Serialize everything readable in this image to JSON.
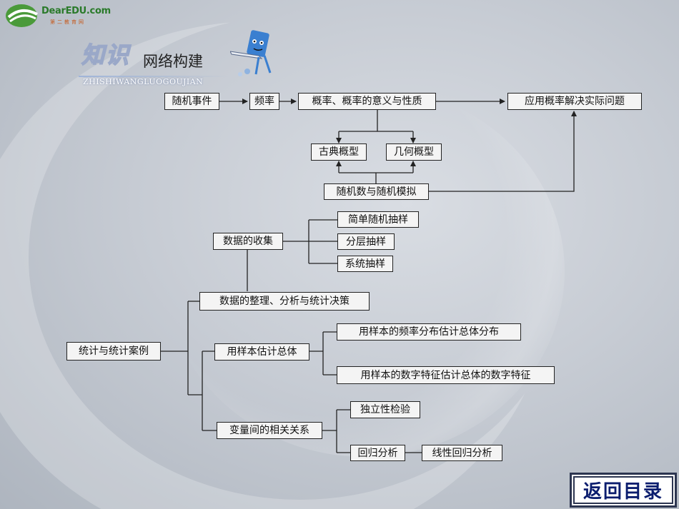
{
  "logo": {
    "brand": "DearEDU.com",
    "sub": "第二教育网"
  },
  "title": {
    "art": "知识",
    "main": "网络构建",
    "pinyin": "ZHISHIWANGLUOGOUJIAN"
  },
  "nodes": {
    "random_event": "随机事件",
    "frequency": "频率",
    "probability": "概率、概率的意义与性质",
    "apply": "应用概率解决实际问题",
    "classical": "古典概型",
    "geometric": "几何概型",
    "random_sim": "随机数与随机模拟",
    "data_collect": "数据的收集",
    "simple_sampling": "简单随机抽样",
    "stratified": "分层抽样",
    "systematic": "系统抽样",
    "data_arrange": "数据的整理、分析与统计决策",
    "stats_cases": "统计与统计案例",
    "sample_estimate": "用样本估计总体",
    "freq_dist": "用样本的频率分布估计总体分布",
    "num_features": "用样本的数字特征估计总体的数字特征",
    "correlation": "变量间的相关关系",
    "independence": "独立性检验",
    "regression": "回归分析",
    "linear_regression": "线性回归分析"
  },
  "back_button": "返回目录",
  "colors": {
    "line": "#222222",
    "node_bg": "#f4f4f4",
    "button_text": "#0b1d6e"
  }
}
